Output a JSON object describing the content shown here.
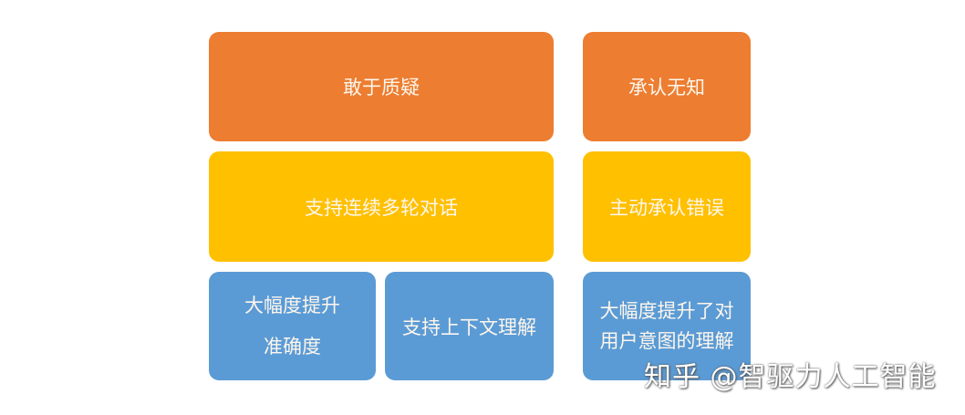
{
  "diagram": {
    "colors": {
      "orange": "#ed7d31",
      "yellow": "#ffc000",
      "blue": "#5b9bd5",
      "text": "#fdf6ec"
    },
    "left_column": {
      "row1": {
        "label": "敢于质疑"
      },
      "row2": {
        "label": "支持连续多轮对话"
      },
      "row3": [
        {
          "lines": [
            "大幅度提升",
            "准确度"
          ]
        },
        {
          "label": "支持上下文理解"
        }
      ]
    },
    "right_column": {
      "row1": {
        "label": "承认无知"
      },
      "row2": {
        "label": "主动承认错误"
      },
      "row3": {
        "lines": [
          "大幅度提升了对",
          "用户意图的理解"
        ]
      }
    }
  },
  "watermark": "知乎 @智驱力人工智能"
}
